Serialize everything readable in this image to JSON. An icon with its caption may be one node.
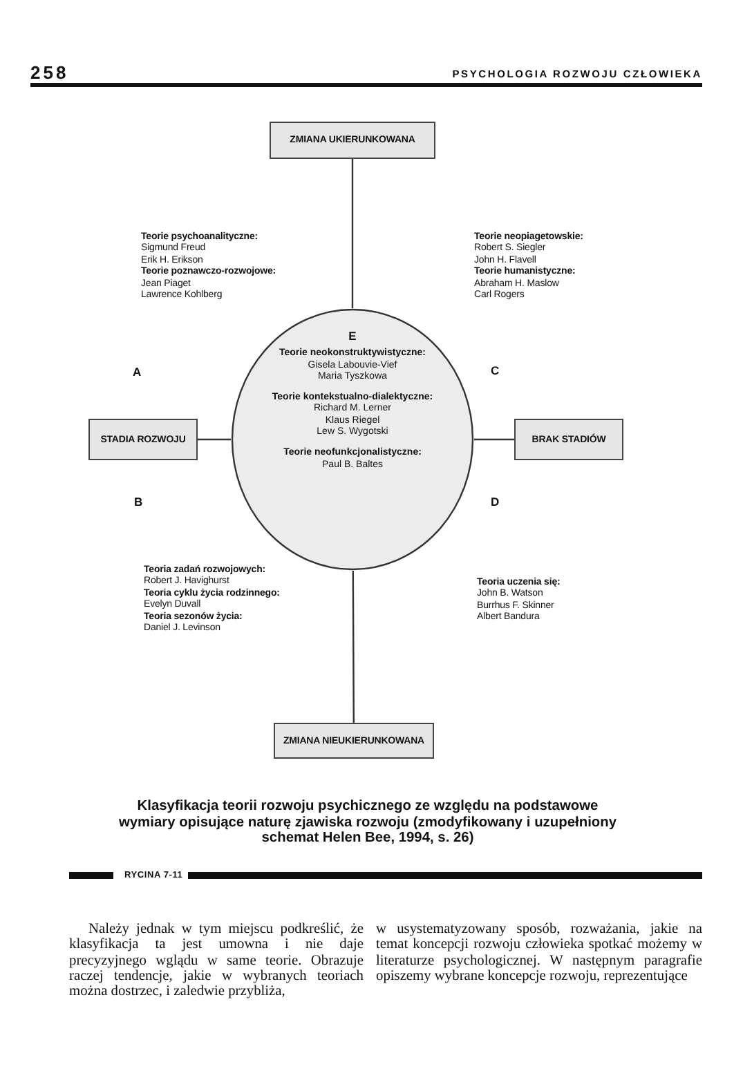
{
  "diagram": {
    "caption": "Klasyfikacja teorii rozwoju psychicznego ze względu na podstawowe wymiary opisujące naturę zjawiska rozwoju (zmodyfikowany i uzupełniony schemat Helen Bee, 1994, s. 26)",
    "nodes": [
      {
        "text": [
          "ZMIANA UKIERUNKOWANA"
        ]
      },
      {
        "text": [
          "E",
          "Teorie neokonstruktywistyczne:",
          "Gisela Labouvie-Vief",
          "Maria Tyszkowa",
          "Teorie kontekstualno-dialektyczne:",
          "Richard M. Lerner",
          "Klaus Riegel",
          "Lew S. Wygotski",
          "Teorie neofunkcjonalistyczne:",
          "Paul B. Baltes"
        ]
      },
      {
        "text": [
          "STADIA ROZWOJU"
        ]
      },
      {
        "text": [
          "BRAK STADIÓW"
        ]
      },
      {
        "text": [
          "ZMIANA NIEUKIERUNKOWANA"
        ]
      }
    ],
    "edges": [
      {
        "from": 0,
        "to": 1,
        "arrow": "none"
      },
      {
        "from": 2,
        "to": 1,
        "arrow": "none"
      },
      {
        "from": 1,
        "to": 3,
        "arrow": "none"
      },
      {
        "from": 1,
        "to": 4,
        "arrow": "none"
      }
    ],
    "labels": [
      "258",
      "PSYCHOLOGIA ROZWOJU CZŁOWIEKA",
      "Teorie psychoanalityczne:",
      "Sigmund Freud",
      "Erik H. Erikson",
      "Teorie poznawczo-rozwojowe:",
      "Jean Piaget",
      "Lawrence Kohlberg",
      "Teorie neopiagetowskie:",
      "Robert S. Siegler",
      "John H. Flavell",
      "Teorie humanistyczne:",
      "Abraham H. Maslow",
      "Carl Rogers",
      "A",
      "C",
      "B",
      "D",
      "Teoria zadań rozwojowych:",
      "Robert J. Havighurst",
      "Teoria cyklu życia rodzinnego:",
      "Evelyn Duvall",
      "Teoria sezonów życia:",
      "Daniel J. Levinson",
      "Teoria uczenia się:",
      "John B. Watson",
      "Burrhus F. Skinner",
      "Albert Bandura",
      "RYCINA 7-11",
      "Należy jednak w tym miejscu podkreślić, że klasyfikacja ta jest umowna i nie daje precyzyjnego wglądu w same teorie. Obrazuje raczej tendencje, jakie w wybranych teoriach można dostrzec, i zaledwie przybliża,",
      "w usystematyzowany sposób, rozważania, jakie na temat koncepcji rozwoju człowieka spotkać możemy w literaturze psychologicznej. W następnym paragrafie opiszemy wybrane koncepcje rozwoju, reprezentujące"
    ]
  }
}
